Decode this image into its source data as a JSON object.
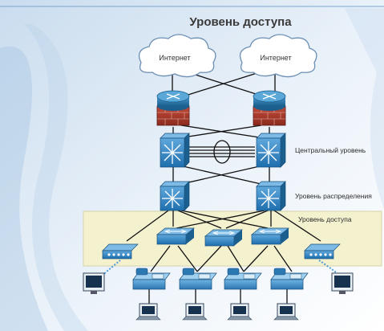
{
  "title": "Уровень доступа",
  "clouds": [
    {
      "label": "Интернет"
    },
    {
      "label": "Интернет"
    }
  ],
  "layers": {
    "core": "Центральный уровень",
    "distribution": "Уровень распределения",
    "access": "Уровень доступа"
  },
  "colors": {
    "background_stripes": "#d8e6f3",
    "router": "#1f6e9f",
    "firewall": "#a53a2c",
    "switch": "#2a7fbf",
    "access_band": "#f4f1cf",
    "link": "#111111",
    "phone_link": "#4a9bd6"
  },
  "devices": {
    "routers": [
      "router-icon",
      "router-icon"
    ],
    "core_switches": [
      "multilayer-switch-icon",
      "multilayer-switch-icon"
    ],
    "distribution_switches": [
      "multilayer-switch-icon",
      "multilayer-switch-icon"
    ],
    "access_switches": [
      "switch-icon",
      "switch-icon",
      "switch-icon"
    ],
    "access_hubs": [
      "hub-icon",
      "hub-icon"
    ],
    "ip_phones": [
      "ip-phone-icon",
      "ip-phone-icon",
      "ip-phone-icon",
      "ip-phone-icon"
    ],
    "pcs": [
      "pc-icon",
      "pc-icon",
      "pc-icon",
      "pc-icon"
    ],
    "monitors": [
      "monitor-icon",
      "monitor-icon"
    ]
  }
}
